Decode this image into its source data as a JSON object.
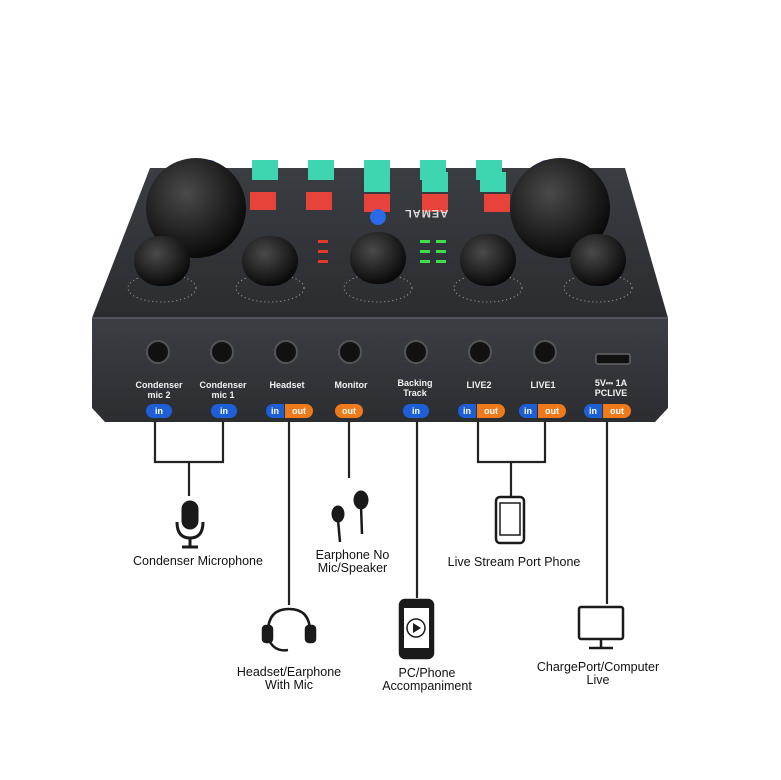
{
  "device": {
    "brand": "AEMAL",
    "ports": [
      {
        "label_line1": "Condenser",
        "label_line2": "mic 2",
        "in": "in",
        "out": ""
      },
      {
        "label_line1": "Condenser",
        "label_line2": "mic 1",
        "in": "in",
        "out": ""
      },
      {
        "label_line1": "Headset",
        "label_line2": "",
        "in": "in",
        "out": "out"
      },
      {
        "label_line1": "Monitor",
        "label_line2": "",
        "in": "",
        "out": "out"
      },
      {
        "label_line1": "Backing",
        "label_line2": "Track",
        "in": "in",
        "out": ""
      },
      {
        "label_line1": "LIVE2",
        "label_line2": "",
        "in": "in",
        "out": "out"
      },
      {
        "label_line1": "LIVE1",
        "label_line2": "",
        "in": "in",
        "out": "out"
      },
      {
        "label_line1": "5V⎓ 1A",
        "label_line2": "PCLIVE",
        "in": "in",
        "out": "out"
      }
    ]
  },
  "devices": {
    "condenser_mic": "Condenser Microphone",
    "earphone_line1": "Earphone No",
    "earphone_line2": "Mic/Speaker",
    "live_phone": "Live Stream Port Phone",
    "headset_line1": "Headset/Earphone",
    "headset_line2": "With Mic",
    "pc_phone_line1": "PC/Phone",
    "pc_phone_line2": "Accompaniment",
    "computer_line1": "ChargePort/Computer",
    "computer_line2": "Live"
  }
}
